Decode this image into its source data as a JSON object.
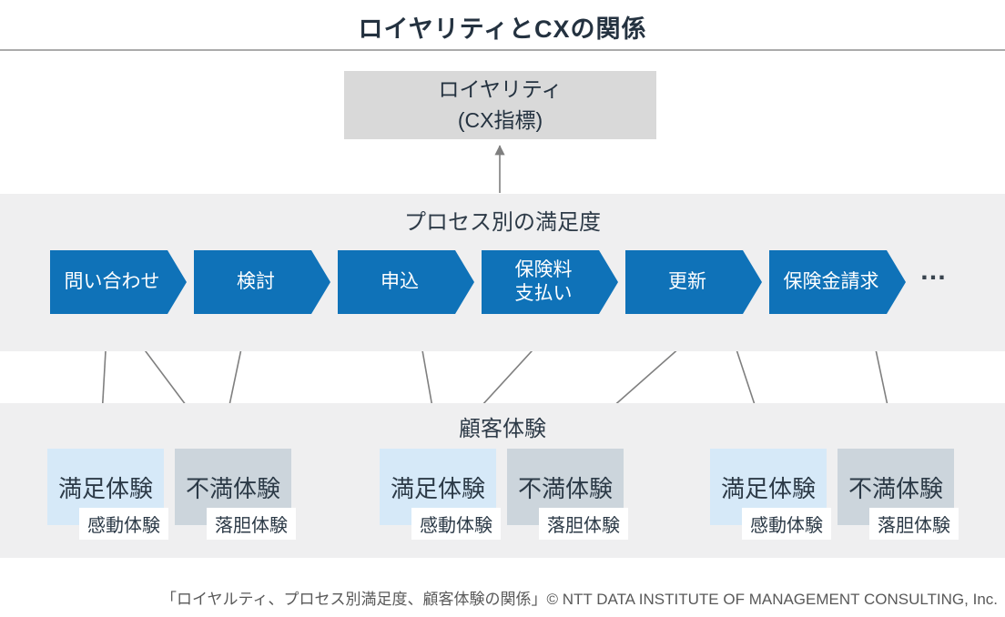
{
  "title": "ロイヤリティとCXの関係",
  "loyalty": {
    "line1": "ロイヤリティ",
    "line2": "(CX指標)"
  },
  "process_band": {
    "label": "プロセス別の満足度",
    "steps": [
      {
        "id": "inquiry",
        "label": "問い合わせ"
      },
      {
        "id": "consideration",
        "label": "検討"
      },
      {
        "id": "application",
        "label": "申込"
      },
      {
        "id": "premium-payment",
        "label": "保険料\n支払い"
      },
      {
        "id": "renewal",
        "label": "更新"
      },
      {
        "id": "claim",
        "label": "保険金請求"
      }
    ],
    "ellipsis": "…"
  },
  "experience_band": {
    "label": "顧客体験",
    "groups": [
      {
        "satisfaction": {
          "label": "満足体験",
          "sublabel": "感動体験"
        },
        "dissatisfaction": {
          "label": "不満体験",
          "sublabel": "落胆体験"
        }
      },
      {
        "satisfaction": {
          "label": "満足体験",
          "sublabel": "感動体験"
        },
        "dissatisfaction": {
          "label": "不満体験",
          "sublabel": "落胆体験"
        }
      },
      {
        "satisfaction": {
          "label": "満足体験",
          "sublabel": "感動体験"
        },
        "dissatisfaction": {
          "label": "不満体験",
          "sublabel": "落胆体験"
        }
      }
    ]
  },
  "connections": [
    {
      "from": "satisfaction-1",
      "to": "inquiry"
    },
    {
      "from": "dissatisfaction-1",
      "to": "inquiry"
    },
    {
      "from": "dissatisfaction-1",
      "to": "consideration"
    },
    {
      "from": "satisfaction-2",
      "to": "application"
    },
    {
      "from": "satisfaction-2",
      "to": "premium-payment"
    },
    {
      "from": "dissatisfaction-2",
      "to": "renewal"
    },
    {
      "from": "satisfaction-3",
      "to": "renewal"
    },
    {
      "from": "dissatisfaction-3",
      "to": "claim"
    },
    {
      "from": "process-band",
      "to": "loyalty"
    }
  ],
  "footer": "「ロイヤルティ、プロセス別満足度、顧客体験の関係」© NTT DATA INSTITUTE OF MANAGEMENT CONSULTING, Inc.",
  "colors": {
    "accent_blue": "#0f72b8",
    "satisfaction_fill": "#d6e9f8",
    "dissatisfaction_fill": "#ccd5dc",
    "band_fill": "#efeff0",
    "loyalty_fill": "#d9d9d9",
    "arrow_gray": "#7f7f7f",
    "text_dark": "#243240",
    "footer_gray": "#595959"
  }
}
